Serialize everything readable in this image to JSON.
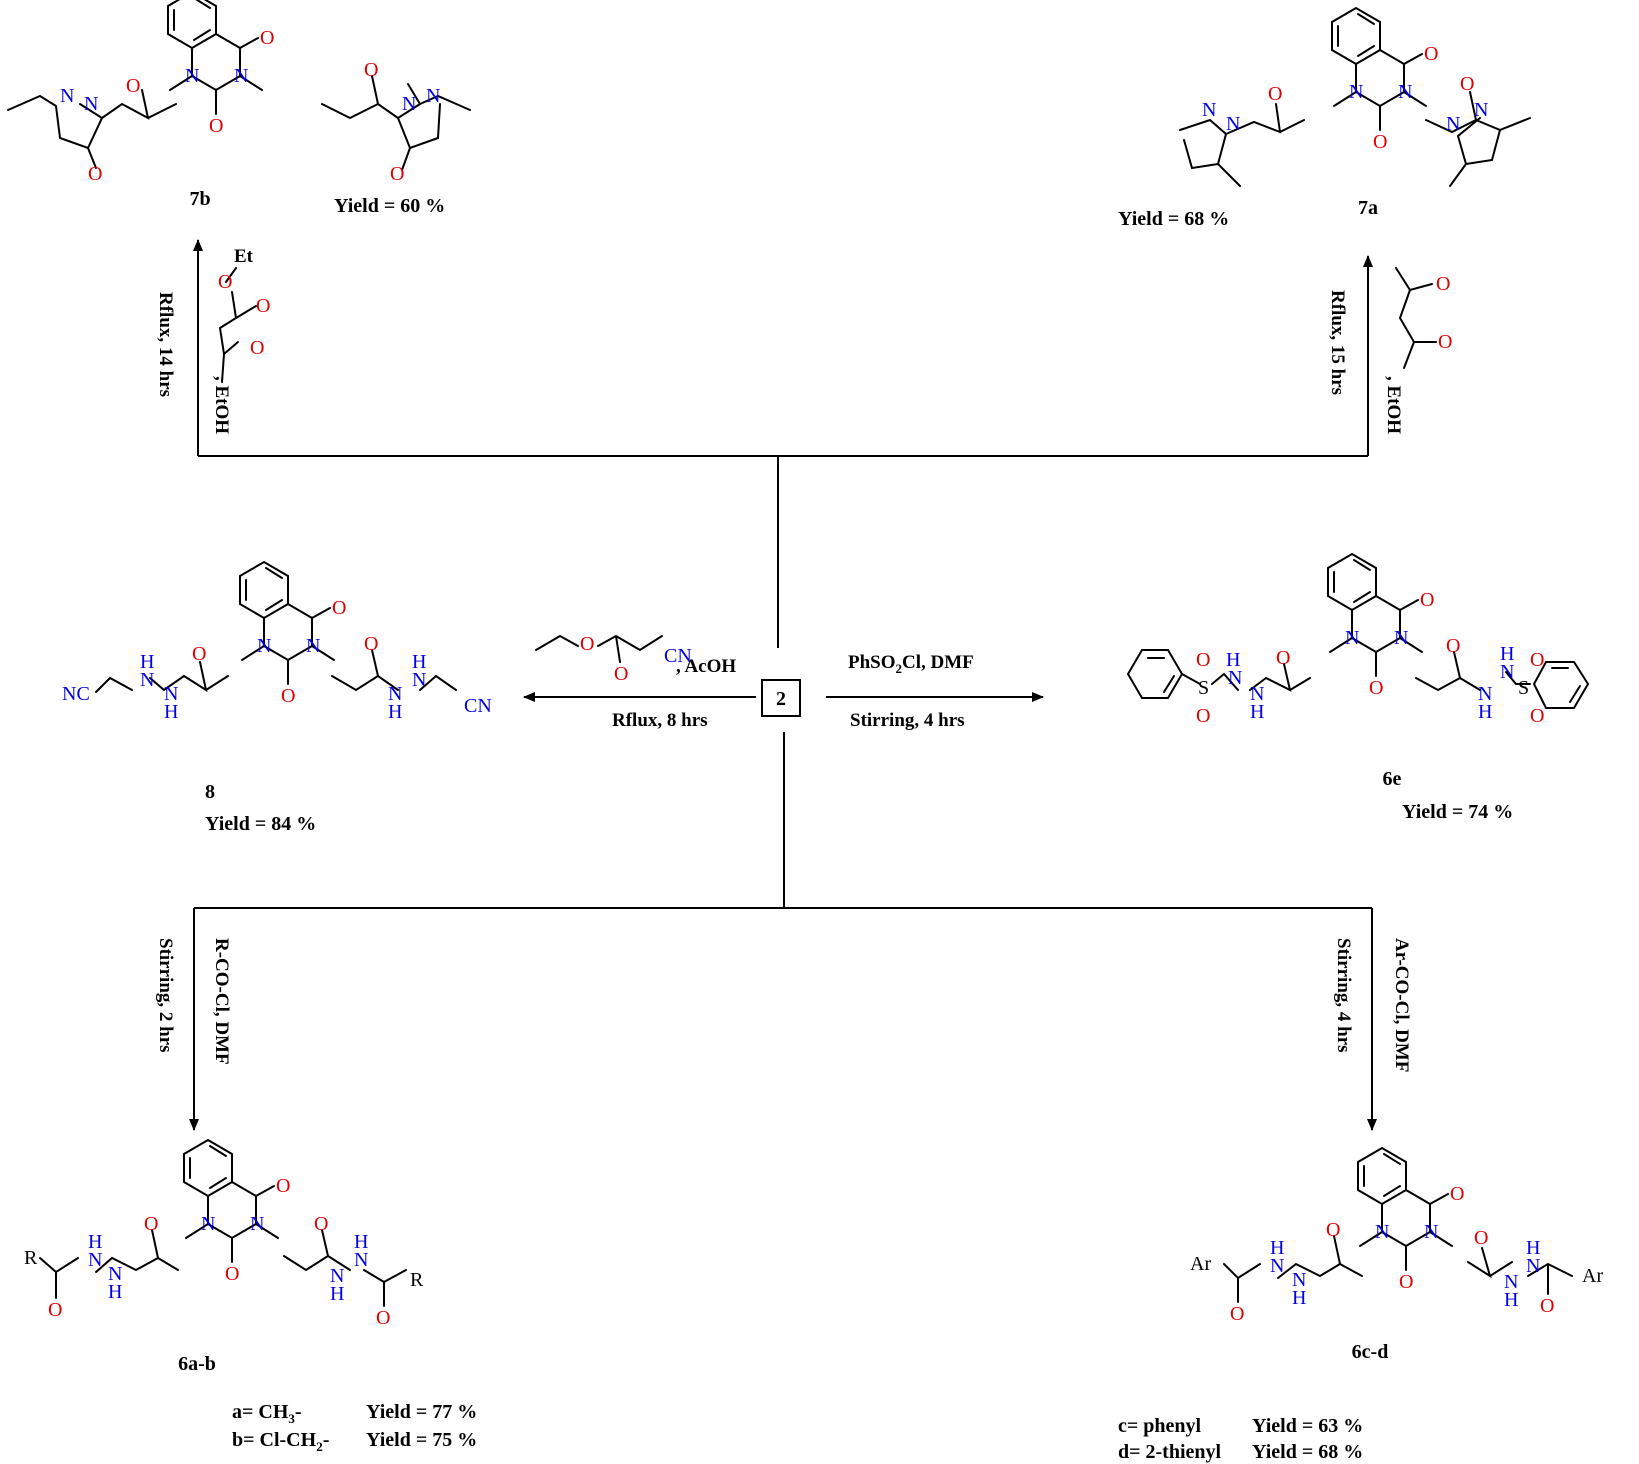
{
  "center": {
    "compound": "2"
  },
  "top_left": {
    "label": "7b",
    "yield": "Yield = 60 %",
    "reagent_group": "Et",
    "conditions_line1": "Rflux, 14 hrs",
    "conditions_line2": ", EtOH"
  },
  "top_right": {
    "label": "7a",
    "yield": "Yield = 68 %",
    "conditions_line1": "Rflux, 15 hrs",
    "conditions_line2": ", EtOH"
  },
  "mid_left": {
    "label": "8",
    "yield": "Yield = 84 %",
    "reagent_suffix": ", AcOH",
    "conditions_below": "Rflux, 8 hrs",
    "nitrile_left": "NC",
    "nitrile_right": "CN",
    "reagent_cn": "CN"
  },
  "mid_right": {
    "label": "6e",
    "yield": "Yield = 74 %",
    "conditions_above": "PhSO2Cl, DMF",
    "conditions_below": "Stirring, 4 hrs",
    "sulfur": "S"
  },
  "bottom_left": {
    "label": "6a-b",
    "conditions_line1": "R-CO-Cl, DMF",
    "conditions_line2": "Stirring, 2 hrs",
    "group": "R",
    "substituents": [
      {
        "key": "a= CH3-",
        "yield": "Yield = 77 %"
      },
      {
        "key": "b= Cl-CH2-",
        "yield": "Yield = 75 %"
      }
    ]
  },
  "bottom_right": {
    "label": "6c-d",
    "conditions_line1": "Ar-CO-Cl, DMF",
    "conditions_line2": "Stirring, 4 hrs",
    "group": "Ar",
    "substituents": [
      {
        "key": "c= phenyl",
        "yield": "Yield = 63 %"
      },
      {
        "key": "d= 2-thienyl",
        "yield": "Yield = 68 %"
      }
    ]
  },
  "atoms": {
    "O": "O",
    "N": "N",
    "H": "H"
  },
  "colors": {
    "oxygen": "#e00000",
    "nitrogen": "#0000e0",
    "carbon": "#000000"
  }
}
